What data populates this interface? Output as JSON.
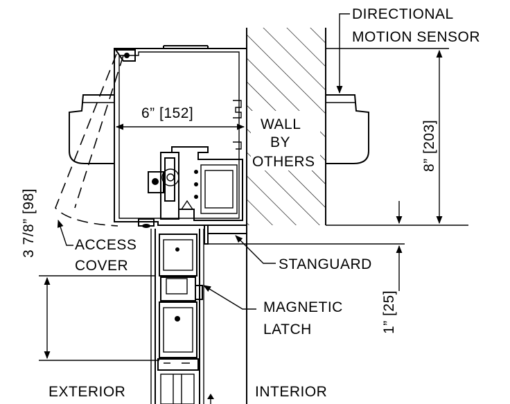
{
  "labels": {
    "sensor_line1": "DIRECTIONAL",
    "sensor_line2": "MOTION  SENSOR",
    "width_dim": "6”  [152]",
    "wall_line1": "WALL",
    "wall_line2": "BY",
    "wall_line3": "OTHERS",
    "height_dim": "8”  [203]",
    "cover_dim": "3  7/8”  [98]",
    "access_line1": "ACCESS",
    "access_line2": "COVER",
    "stanguard": "STANGUARD",
    "latch_line1": "MAGNETIC",
    "latch_line2": "LATCH",
    "gap_dim": "1”  [25]",
    "exterior": "EXTERIOR",
    "interior": "INTERIOR"
  }
}
